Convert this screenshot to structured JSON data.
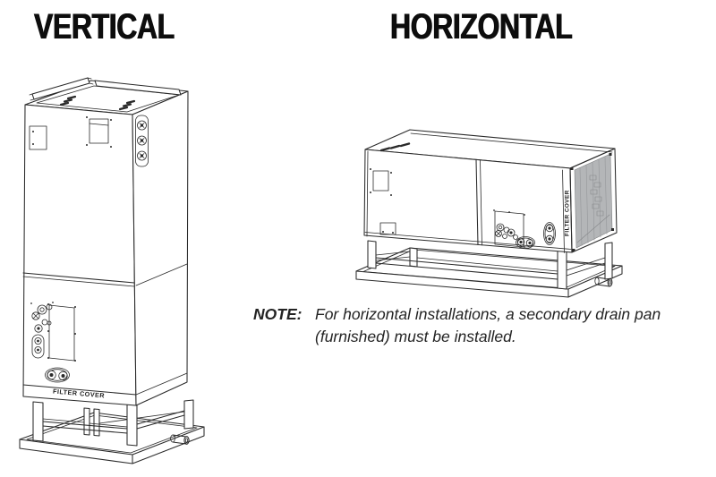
{
  "headings": {
    "vertical": "VERTICAL",
    "horizontal": "HORIZONTAL"
  },
  "vertical_unit": {
    "filter_cover_label": "FILTER COVER"
  },
  "horizontal_unit": {
    "filter_cover_label": "FILTER COVER"
  },
  "note": {
    "label": "NOTE:",
    "text": "For horizontal installations, a secondary drain pan (furnished) must be installed."
  },
  "colors": {
    "line": "#2a2a2a",
    "coil_fill": "#b4b6b8",
    "background": "#ffffff",
    "text": "#111111"
  }
}
